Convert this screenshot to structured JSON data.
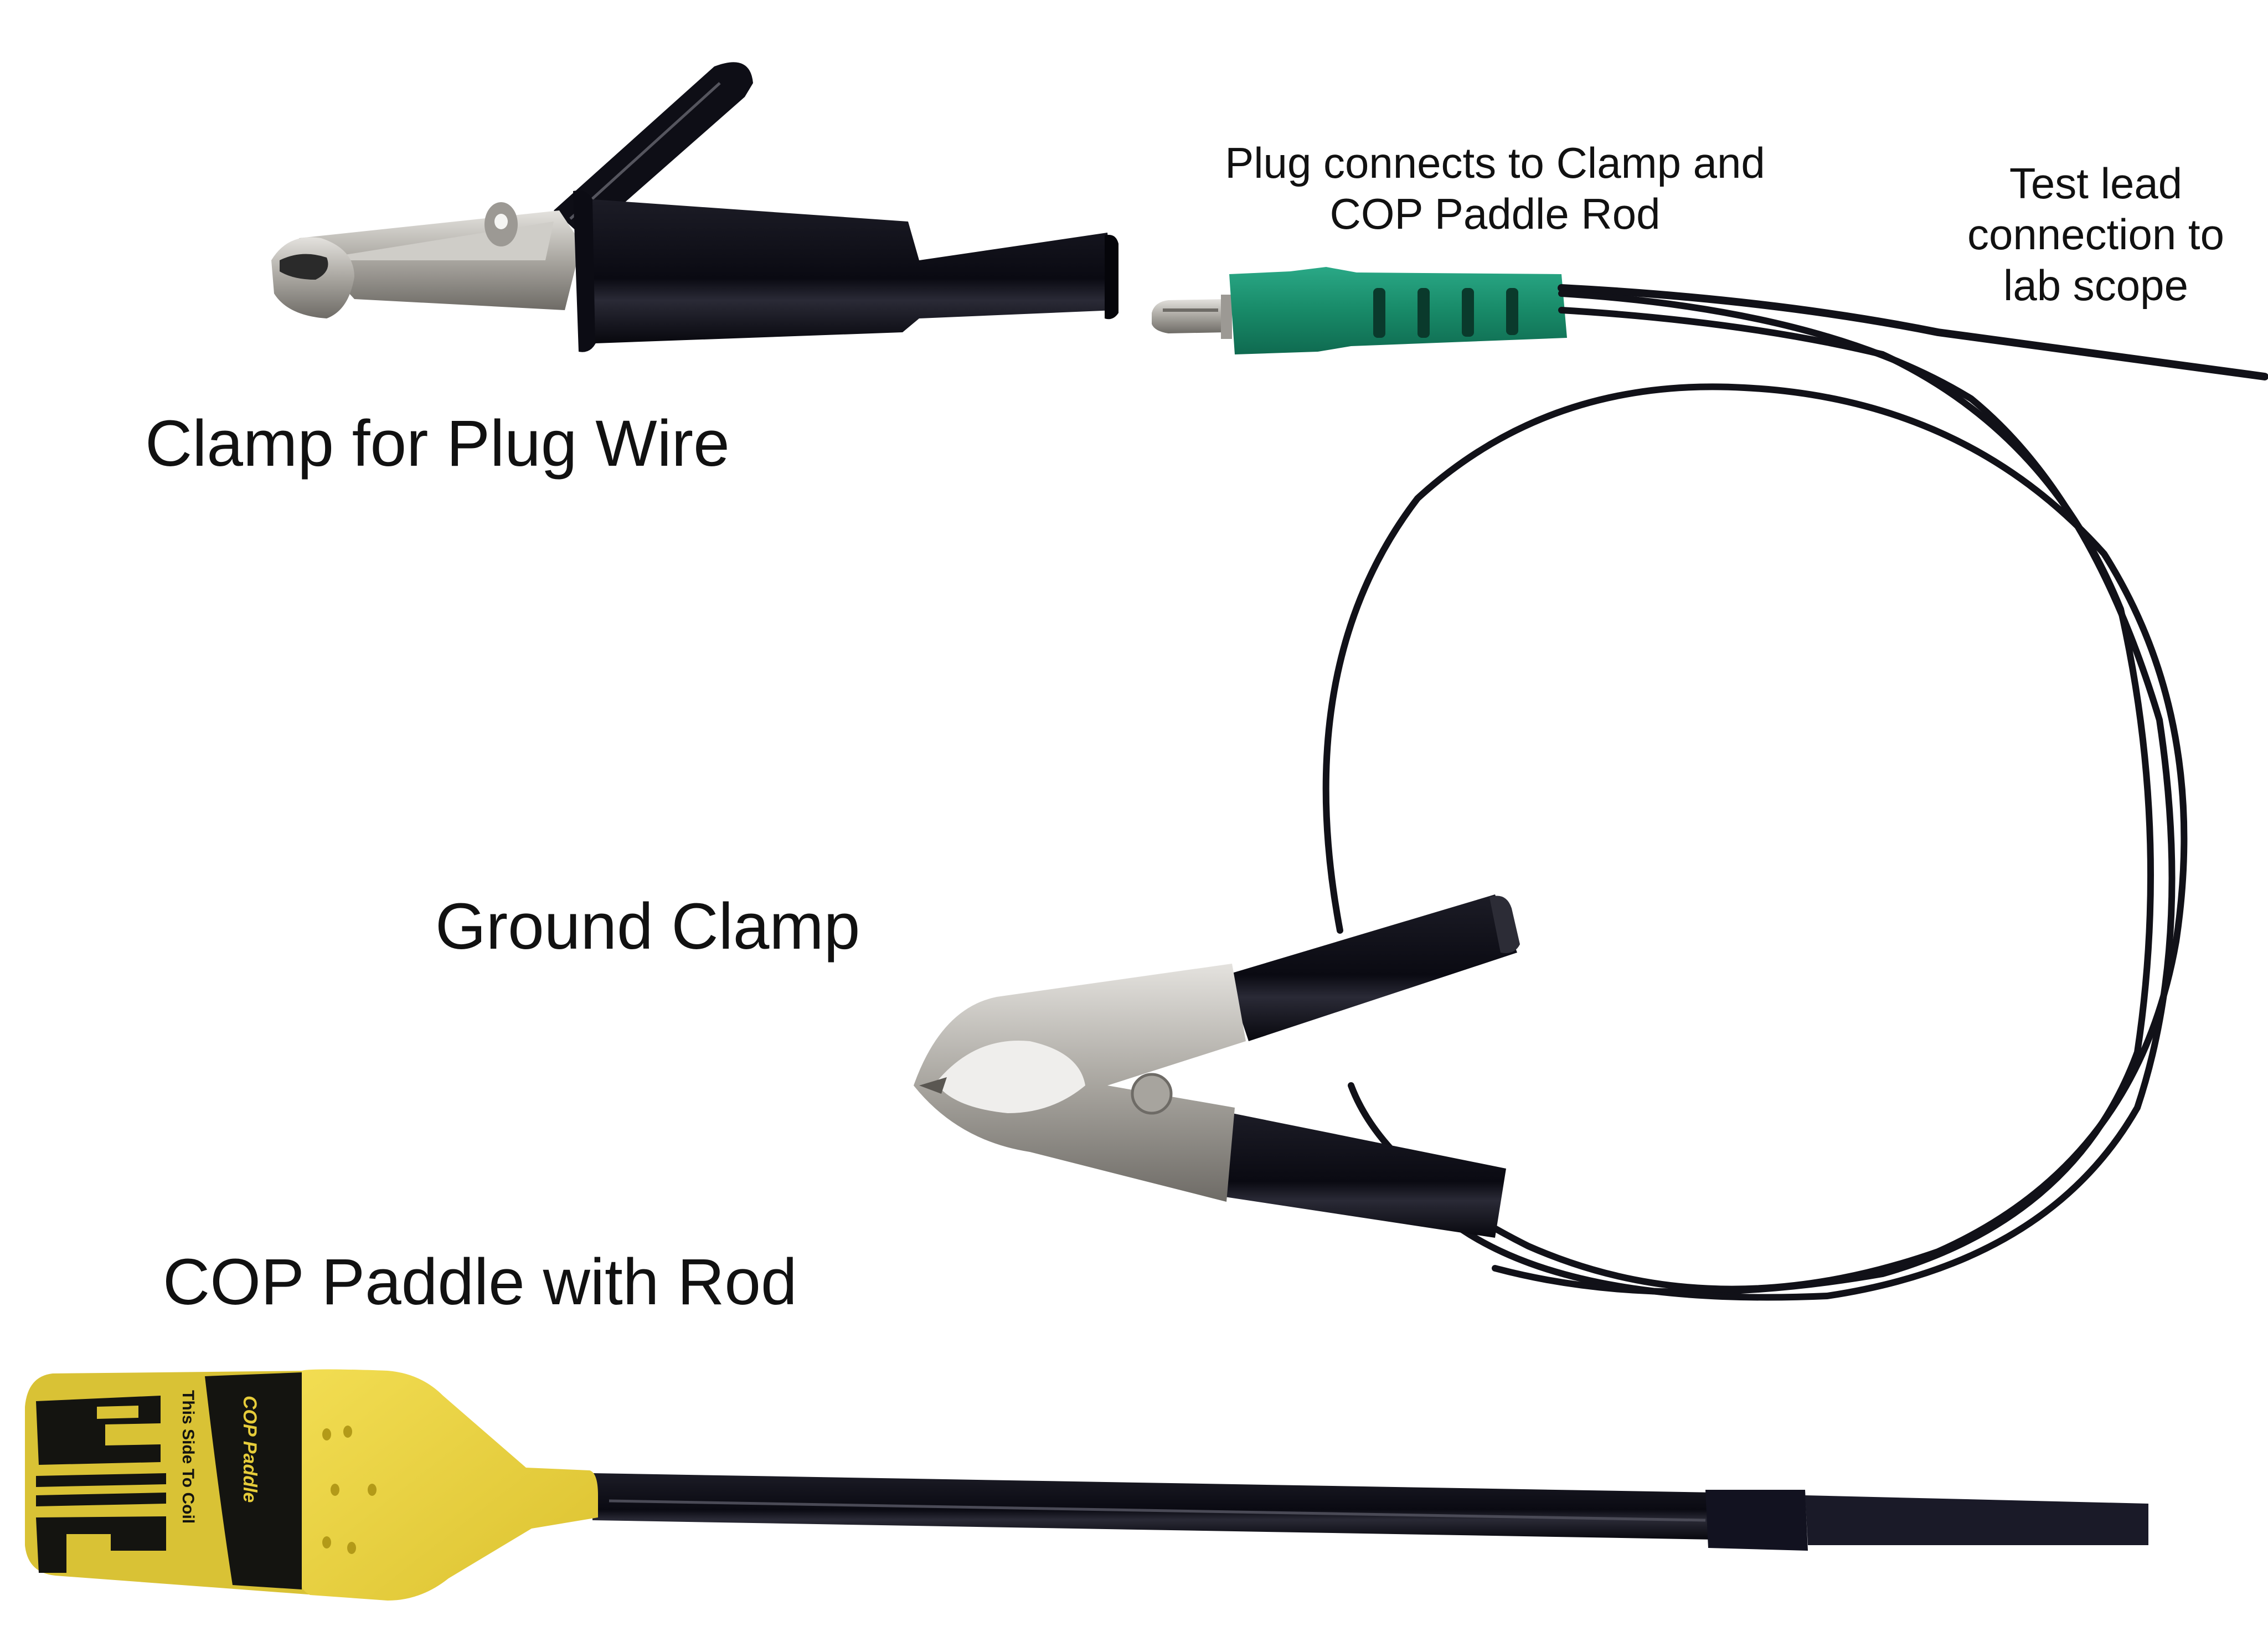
{
  "labels": {
    "clamp_for_plug_wire": "Clamp for Plug Wire",
    "plug_connects": {
      "line1": "Plug connects to Clamp and",
      "line2": "COP Paddle Rod"
    },
    "test_lead": {
      "line1": "Test lead",
      "line2": "connection to",
      "line3": "lab scope"
    },
    "ground_clamp": "Ground Clamp",
    "cop_paddle_with_rod": "COP Paddle with Rod"
  },
  "paddle": {
    "imprint_text": "This Side To Coil",
    "brand_text": "COP Paddle"
  },
  "components": [
    {
      "name": "clamp-for-plug-wire",
      "color": "#0c0c14"
    },
    {
      "name": "banana-plug",
      "color": "#1a8a6a"
    },
    {
      "name": "ground-clamp",
      "color": "#8a8680"
    },
    {
      "name": "cop-paddle",
      "color": "#e6cc3a"
    },
    {
      "name": "test-lead-cable",
      "color": "#111118"
    }
  ],
  "colors": {
    "background": "#ffffff",
    "text": "#111111",
    "rubber_black": "#0c0c14",
    "plug_green": "#1a8a6a",
    "paddle_yellow": "#e6cc3a",
    "metal": "#b9b6b0"
  }
}
